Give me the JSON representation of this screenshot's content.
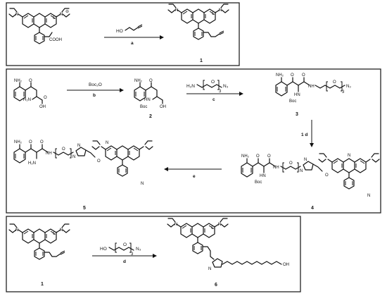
{
  "scheme_a": {
    "reagent": "HO",
    "step": "a",
    "product_number": "1",
    "labels": {
      "cl": "Cl",
      "charge": "⊖",
      "cooh": "COOH",
      "n": "N"
    }
  },
  "scheme_b": {
    "reagent_b": "Boc₂O",
    "step_b": "b",
    "step_c": "c",
    "reagent_c_h2n": "H₂N",
    "reagent_c_o": "O",
    "reagent_c_n3": "N₃",
    "reagent_c_sub": "3",
    "step_d": "1  d",
    "step_e": "e",
    "compound_2": "2",
    "compound_3": "3",
    "compound_4": "4",
    "compound_5": "5",
    "labels": {
      "nh2": "NH₂",
      "h2n": "H₂N",
      "oh": "OH",
      "boc": "Boc",
      "hn": "HN",
      "nh": "NH",
      "n3": "N₃",
      "o": "O",
      "n": "N",
      "sub3": "3"
    }
  },
  "scheme_c": {
    "reagent_ho": "HO",
    "reagent_o": "O",
    "reagent_n3": "N₃",
    "reagent_sub": "3",
    "step": "d",
    "compound_1": "1",
    "compound_6": "6",
    "labels": {
      "oh": "OH",
      "cl": "Cl",
      "n": "N"
    }
  }
}
